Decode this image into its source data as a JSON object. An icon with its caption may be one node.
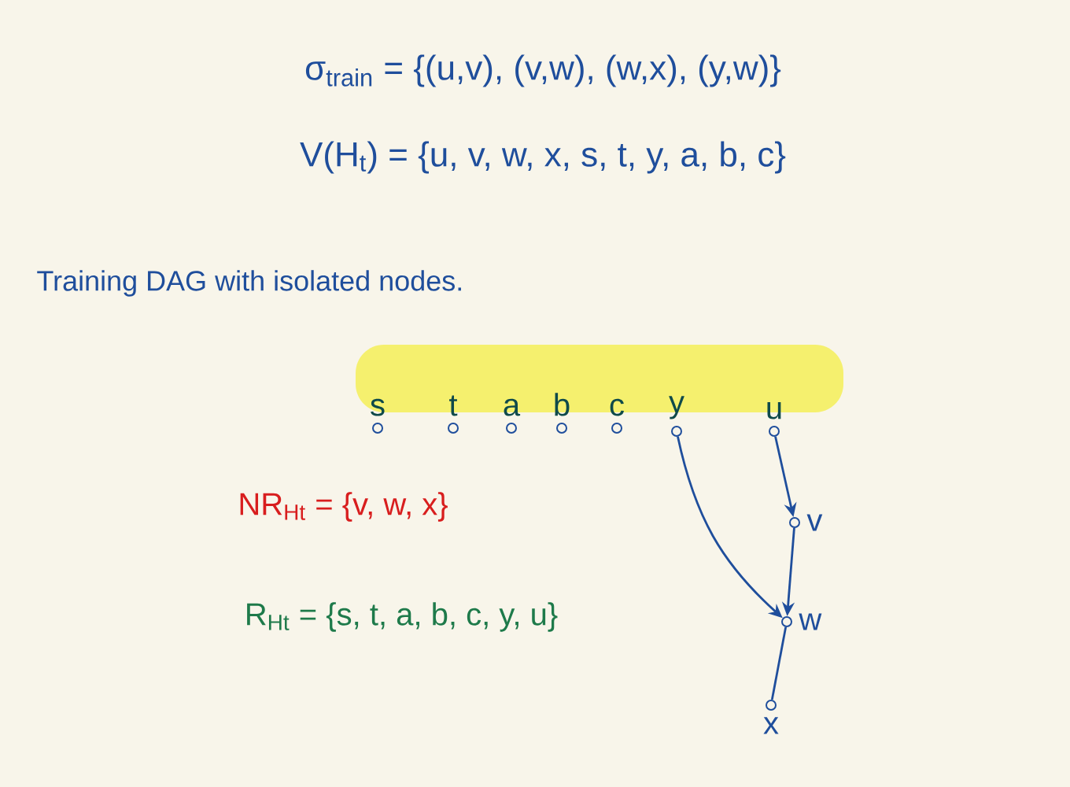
{
  "diagram": {
    "nodes": [
      {
        "text": [
          "s"
        ]
      },
      {
        "text": [
          "t"
        ]
      },
      {
        "text": [
          "a"
        ]
      },
      {
        "text": [
          "b"
        ]
      },
      {
        "text": [
          "c"
        ]
      },
      {
        "text": [
          "y"
        ]
      },
      {
        "text": [
          "u"
        ]
      },
      {
        "text": [
          "v"
        ]
      },
      {
        "text": [
          "w"
        ]
      },
      {
        "text": [
          "x"
        ]
      }
    ],
    "edges": [
      {
        "from": 6,
        "to": 7,
        "arrow": "to"
      },
      {
        "from": 7,
        "to": 8,
        "arrow": "to"
      },
      {
        "from": 5,
        "to": 8,
        "arrow": "to"
      },
      {
        "from": 8,
        "to": 9,
        "arrow": "none"
      }
    ],
    "labels": [
      "σ$_{train}$ = {(u,v), (v,w), (w,x), (y,w)}",
      "V(H$_{t}$) = {u, v, w, x, s, t, y, a, b, c}",
      "Training DAG with isolated nodes.",
      "NR$_{Ht}$ = {v, w, x}",
      "R$_{Ht}$ = {s, t, a, b, c, y, u}"
    ]
  }
}
